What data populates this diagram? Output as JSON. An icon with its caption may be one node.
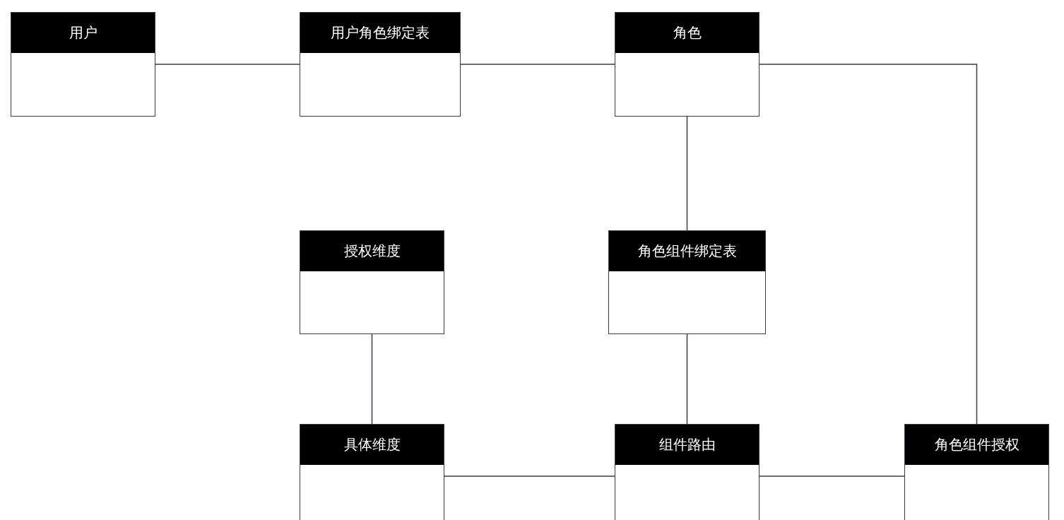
{
  "diagram": {
    "nodes": [
      {
        "text": [
          "用户"
        ]
      },
      {
        "text": [
          "用户角色绑定表"
        ]
      },
      {
        "text": [
          "角色"
        ]
      },
      {
        "text": [
          "授权维度"
        ]
      },
      {
        "text": [
          "角色组件绑定表"
        ]
      },
      {
        "text": [
          "具体维度"
        ]
      },
      {
        "text": [
          "组件路由"
        ]
      },
      {
        "text": [
          "角色组件授权"
        ]
      }
    ],
    "edges": [
      {
        "from": 0,
        "to": 1,
        "arrow": "none"
      },
      {
        "from": 1,
        "to": 2,
        "arrow": "none"
      },
      {
        "from": 2,
        "to": 7,
        "arrow": "none"
      },
      {
        "from": 2,
        "to": 4,
        "arrow": "none"
      },
      {
        "from": 4,
        "to": 6,
        "arrow": "none"
      },
      {
        "from": 3,
        "to": 5,
        "arrow": "none"
      },
      {
        "from": 5,
        "to": 6,
        "arrow": "none"
      },
      {
        "from": 6,
        "to": 7,
        "arrow": "none"
      }
    ]
  }
}
